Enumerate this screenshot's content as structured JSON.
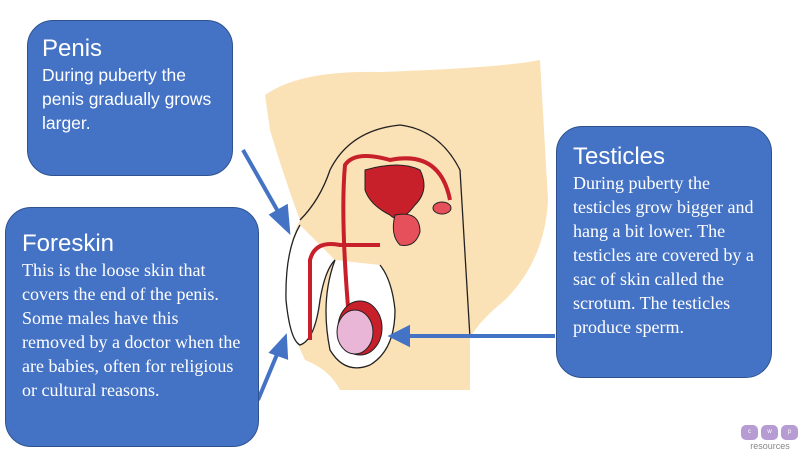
{
  "penis": {
    "title": "Penis",
    "text": "During puberty the penis gradually grows larger."
  },
  "foreskin": {
    "title": "Foreskin",
    "text": "This is the loose skin that covers the end of the penis. Some males have this removed by a doctor when the are babies, often for religious or cultural reasons."
  },
  "testicles": {
    "title": "Testicles",
    "text": "During puberty the testicles grow bigger and hang a bit lower. The testicles are covered by a sac of skin called the scrotum. The testicles produce sperm."
  },
  "logo": {
    "letters": [
      "c",
      "w",
      "p"
    ],
    "caption": "resources"
  },
  "colors": {
    "box": "#4472C4",
    "skin": "#FBE1B6",
    "organ": "#C8202A",
    "testis": "#E9B6D8"
  }
}
